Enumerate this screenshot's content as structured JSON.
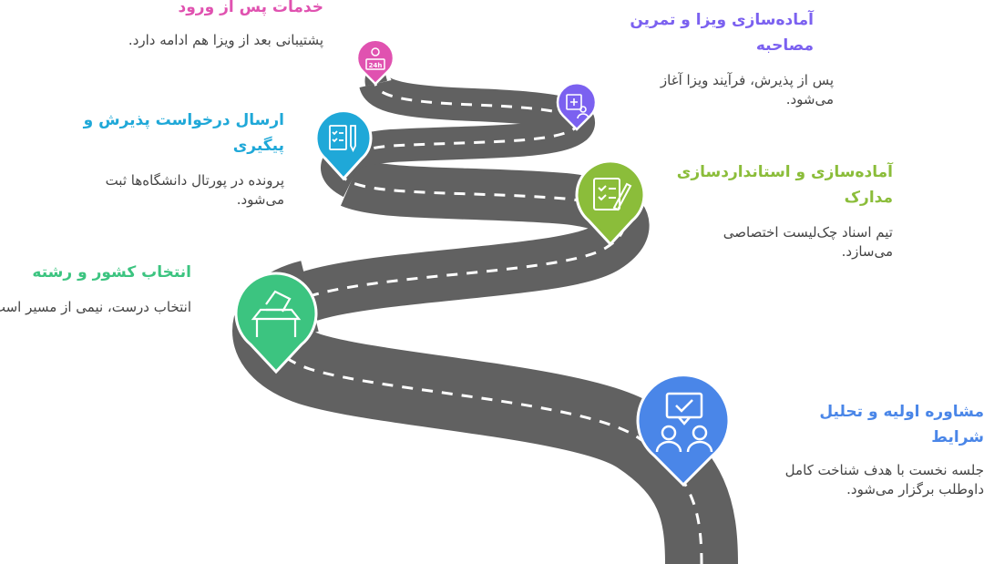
{
  "steps": [
    {
      "title": "مشاوره اولیه و تحلیل شرایط",
      "desc": "جلسه نخست با هدف شناخت کامل داوطلب برگزار می‌شود.",
      "color": "#4a86e8",
      "icon": "consultation-icon"
    },
    {
      "title": "انتخاب کشور و رشته",
      "desc": "انتخاب درست، نیمی از مسیر است.",
      "color": "#3cc480",
      "icon": "ballot-box-icon"
    },
    {
      "title": "آماده‌سازی و استانداردسازی مدارک",
      "desc": "تیم اسناد چک‌لیست اختصاصی می‌سازد.",
      "color": "#8bbd3a",
      "icon": "checklist-pen-icon"
    },
    {
      "title": "ارسال درخواست پذیرش و پیگیری",
      "desc": "پرونده در پورتال دانشگاه‌ها ثبت می‌شود.",
      "color": "#1fa8d8",
      "icon": "application-form-icon"
    },
    {
      "title": "آماده‌سازی ویزا و تمرین مصاحبه",
      "desc": "پس از پذیرش، فرآیند ویزا آغاز می‌شود.",
      "color": "#7b61f0",
      "icon": "visa-interview-icon"
    },
    {
      "title": "خدمات پس از ورود",
      "desc": "پشتیبانی بعد از ویزا هم ادامه دارد.",
      "color": "#e052b0",
      "icon": "support-24h-icon"
    }
  ]
}
